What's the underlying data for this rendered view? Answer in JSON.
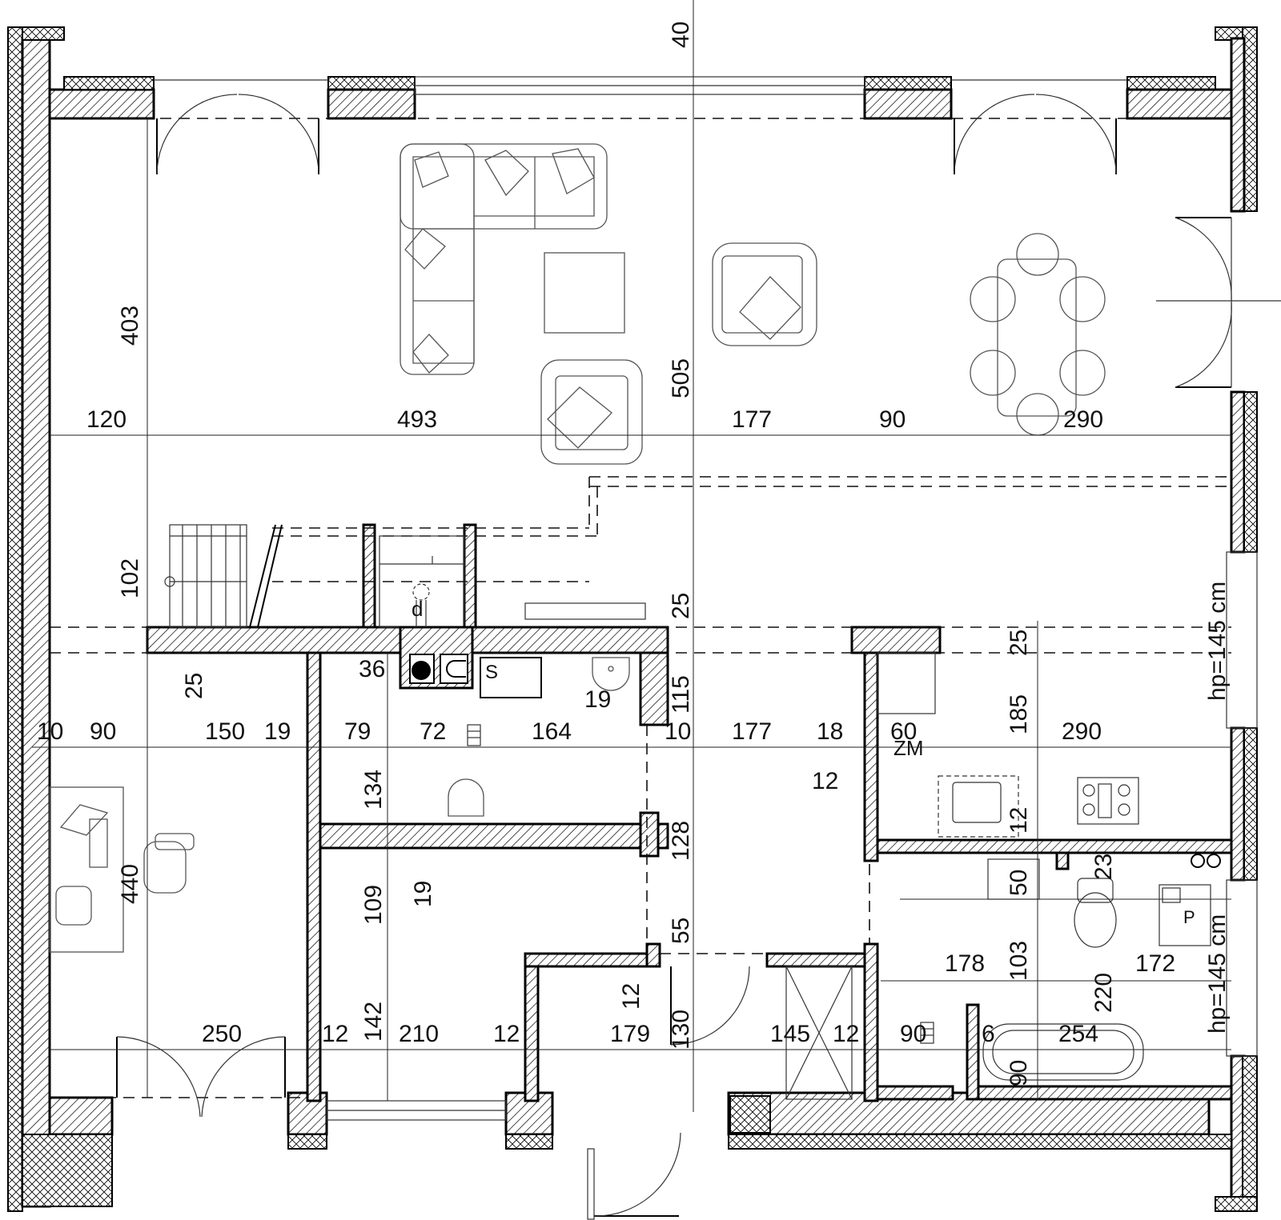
{
  "dimensions": {
    "top_40": "40",
    "left_403": "403",
    "liv_120": "120",
    "liv_493": "493",
    "liv_177": "177",
    "liv_90": "90",
    "liv_290": "290",
    "center_505": "505",
    "left_102": "102",
    "stair_25": "25",
    "center_25": "25",
    "right_25": "25",
    "chimney_36": "36",
    "r_10": "10",
    "r_90": "90",
    "r_150": "150",
    "r_19a": "19",
    "r_79": "79",
    "r_72": "72",
    "r_164": "164",
    "r_19b": "19",
    "r_10b": "10",
    "r_177": "177",
    "r_18": "18",
    "r_60": "60",
    "r_185": "185",
    "r_290": "290",
    "v_115": "115",
    "v_134": "134",
    "v_12a": "12",
    "v_12b": "12",
    "v_440": "440",
    "v_128": "128",
    "v_19": "19",
    "v_109": "109",
    "v_50": "50",
    "v_23": "23",
    "v_55": "55",
    "v_178": "178",
    "v_103": "103",
    "v_172": "172",
    "v_12c": "12",
    "v_220": "220",
    "b_250": "250",
    "b_12a": "12",
    "b_142": "142",
    "b_210": "210",
    "b_12b": "12",
    "b_179": "179",
    "b_130": "130",
    "b_145": "145",
    "b_12c": "12",
    "b_90": "90",
    "b_6": "6",
    "b_254": "254",
    "b_90v": "90"
  },
  "labels": {
    "chimney_d": "d",
    "chimney_s": "S",
    "zm": "ZM",
    "boiler_p": "P",
    "window_upper": "hp=145 cm",
    "window_lower": "hp=145 cm"
  },
  "colors": {
    "lines": "#000000",
    "background": "#ffffff"
  }
}
